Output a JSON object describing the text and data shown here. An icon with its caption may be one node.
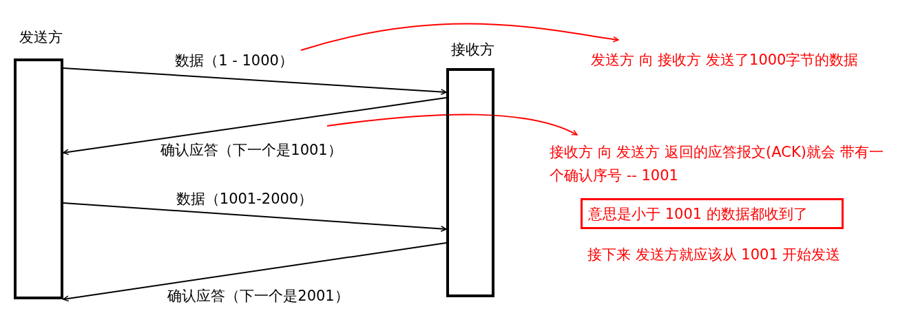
{
  "diagram": {
    "nodes": [
      {
        "text": [
          "发送方"
        ]
      },
      {
        "text": [
          "接收方"
        ]
      },
      {
        "text": [
          "发送方 向 接收方 发送了1000字节的数据"
        ]
      },
      {
        "text": [
          "接收方 向 发送方 返回的应答报文(ACK)就会 带有一个确认序号 -- 1001"
        ]
      },
      {
        "text": [
          "意思是小于 1001 的数据都收到了"
        ]
      }
    ],
    "edges": [
      {
        "from": 0,
        "to": 1,
        "arrow": "to",
        "label": "数据（1 - 1000）"
      },
      {
        "from": 1,
        "to": 0,
        "arrow": "to",
        "label": "确认应答（下一个是1001）"
      },
      {
        "from": 0,
        "to": 1,
        "arrow": "to",
        "label": "数据（1001-2000）"
      },
      {
        "from": 1,
        "to": 0,
        "arrow": "to",
        "label": "确认应答（下一个是2001）"
      },
      {
        "from": null,
        "to": 2,
        "arrow": "to",
        "color": "#ff0000"
      },
      {
        "from": null,
        "to": 3,
        "arrow": "to",
        "color": "#ff0000"
      }
    ],
    "labels": [
      "接下来 发送方就应该从 1001 开始发送"
    ]
  }
}
